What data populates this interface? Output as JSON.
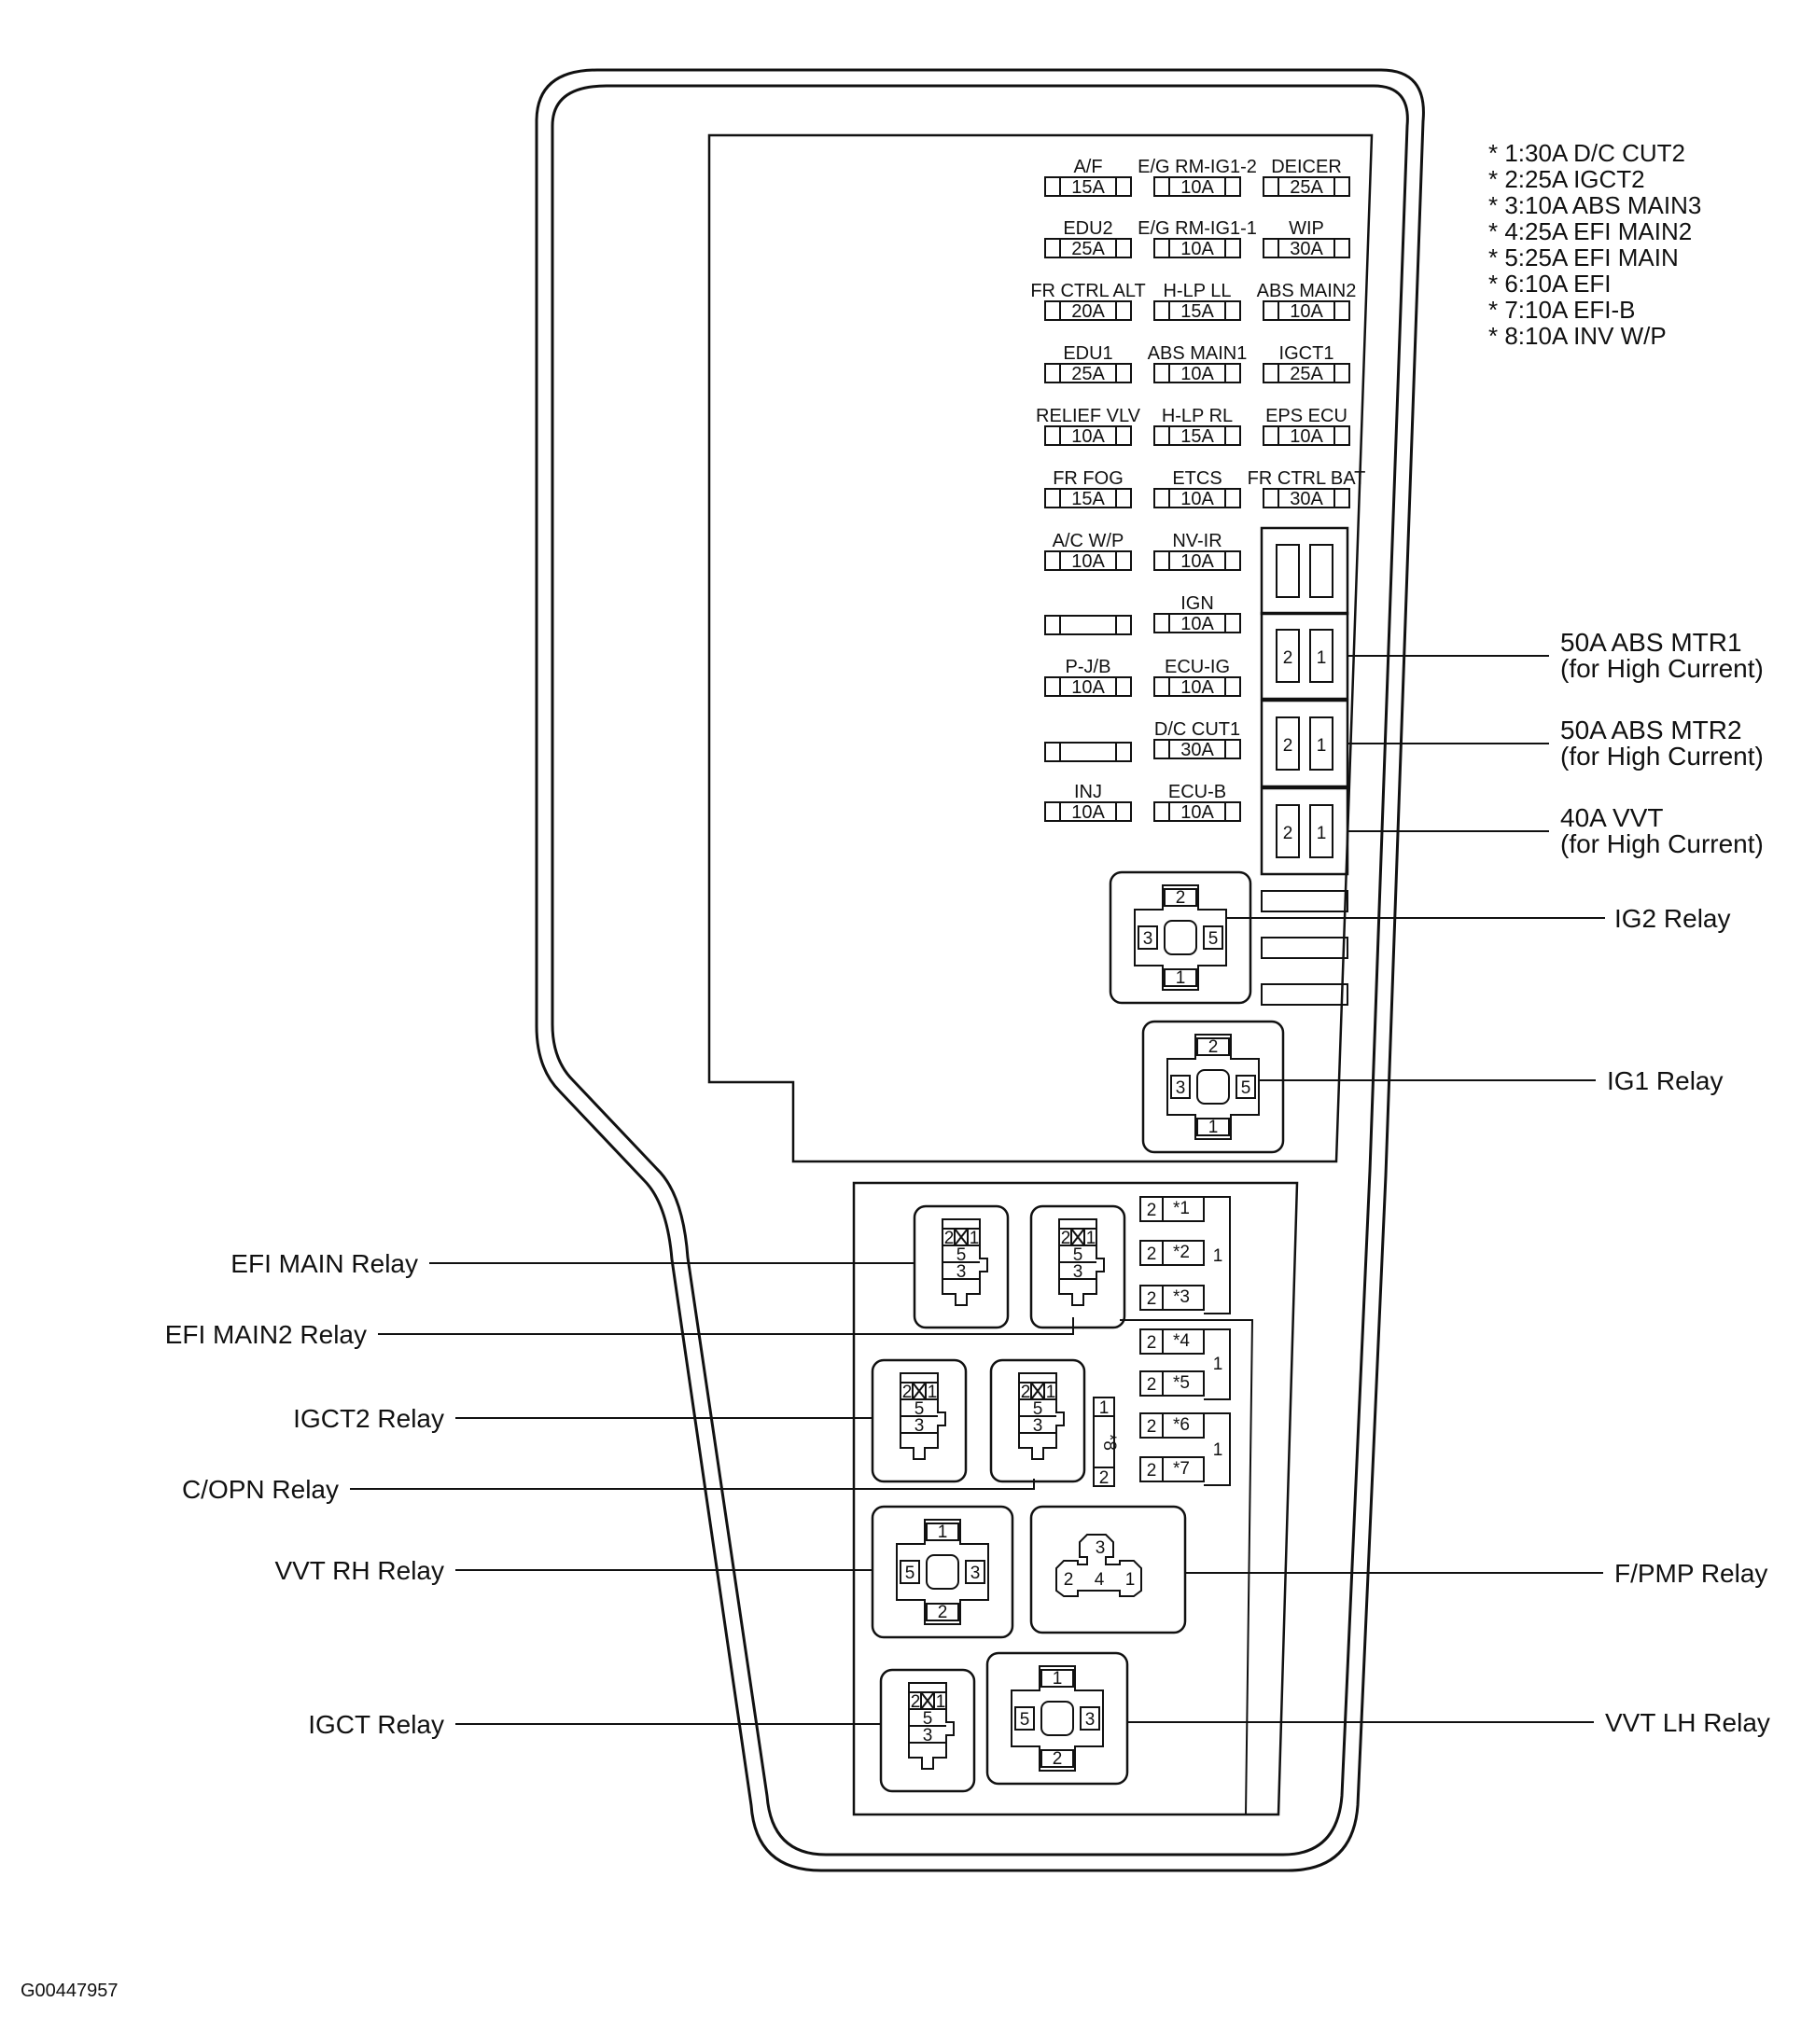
{
  "figure_id": "G00447957",
  "legend": [
    "* 1:30A D/C CUT2",
    "* 2:25A IGCT2",
    "* 3:10A ABS MAIN3",
    "* 4:25A EFI MAIN2",
    "* 5:25A EFI MAIN",
    "* 6:10A EFI",
    "* 7:10A EFI-B",
    "* 8:10A INV W/P"
  ],
  "fuses": [
    {
      "name": "A/F",
      "amp": "15A"
    },
    {
      "name": "E/G RM-IG1-2",
      "amp": "10A"
    },
    {
      "name": "DEICER",
      "amp": "25A"
    },
    {
      "name": "EDU2",
      "amp": "25A"
    },
    {
      "name": "E/G RM-IG1-1",
      "amp": "10A"
    },
    {
      "name": "WIP",
      "amp": "30A"
    },
    {
      "name": "FR CTRL ALT",
      "amp": "20A"
    },
    {
      "name": "H-LP LL",
      "amp": "15A"
    },
    {
      "name": "ABS MAIN2",
      "amp": "10A"
    },
    {
      "name": "EDU1",
      "amp": "25A"
    },
    {
      "name": "ABS MAIN1",
      "amp": "10A"
    },
    {
      "name": "IGCT1",
      "amp": "25A"
    },
    {
      "name": "RELIEF VLV",
      "amp": "10A"
    },
    {
      "name": "H-LP RL",
      "amp": "15A"
    },
    {
      "name": "EPS ECU",
      "amp": "10A"
    },
    {
      "name": "FR FOG",
      "amp": "15A"
    },
    {
      "name": "ETCS",
      "amp": "10A"
    },
    {
      "name": "FR CTRL BAT",
      "amp": "30A"
    },
    {
      "name": "A/C W/P",
      "amp": "10A"
    },
    {
      "name": "NV-IR",
      "amp": "10A"
    },
    {
      "name": "IGN",
      "amp": "10A"
    },
    {
      "name": "P-J/B",
      "amp": "10A"
    },
    {
      "name": "ECU-IG",
      "amp": "10A"
    },
    {
      "name": "D/C CUT1",
      "amp": "30A"
    },
    {
      "name": "INJ",
      "amp": "10A"
    },
    {
      "name": "ECU-B",
      "amp": "10A"
    }
  ],
  "callouts": {
    "abs_mtr1": [
      "50A ABS MTR1",
      "(for High Current)"
    ],
    "abs_mtr2": [
      "50A ABS MTR2",
      "(for High Current)"
    ],
    "vvt_fuse": [
      "40A VVT",
      "(for High Current)"
    ],
    "ig2": "IG2 Relay",
    "ig1": "IG1 Relay",
    "efi_main": "EFI MAIN Relay",
    "efi_main2": "EFI MAIN2 Relay",
    "igct2": "IGCT2 Relay",
    "c_opn": "C/OPN Relay",
    "vvt_rh": "VVT RH Relay",
    "fpmp": "F/PMP Relay",
    "igct": "IGCT Relay",
    "vvt_lh": "VVT LH Relay"
  },
  "small_fuses": {
    "pin": "2",
    "labels": [
      "*1",
      "*2",
      "*3",
      "*4",
      "*5",
      "*6",
      "*7"
    ],
    "group_label": "1",
    "side": {
      "top": "1",
      "label": "*8",
      "bottom": "2"
    }
  },
  "pins": {
    "p1": "1",
    "p2": "2",
    "p3": "3",
    "p4": "4",
    "p5": "5"
  }
}
